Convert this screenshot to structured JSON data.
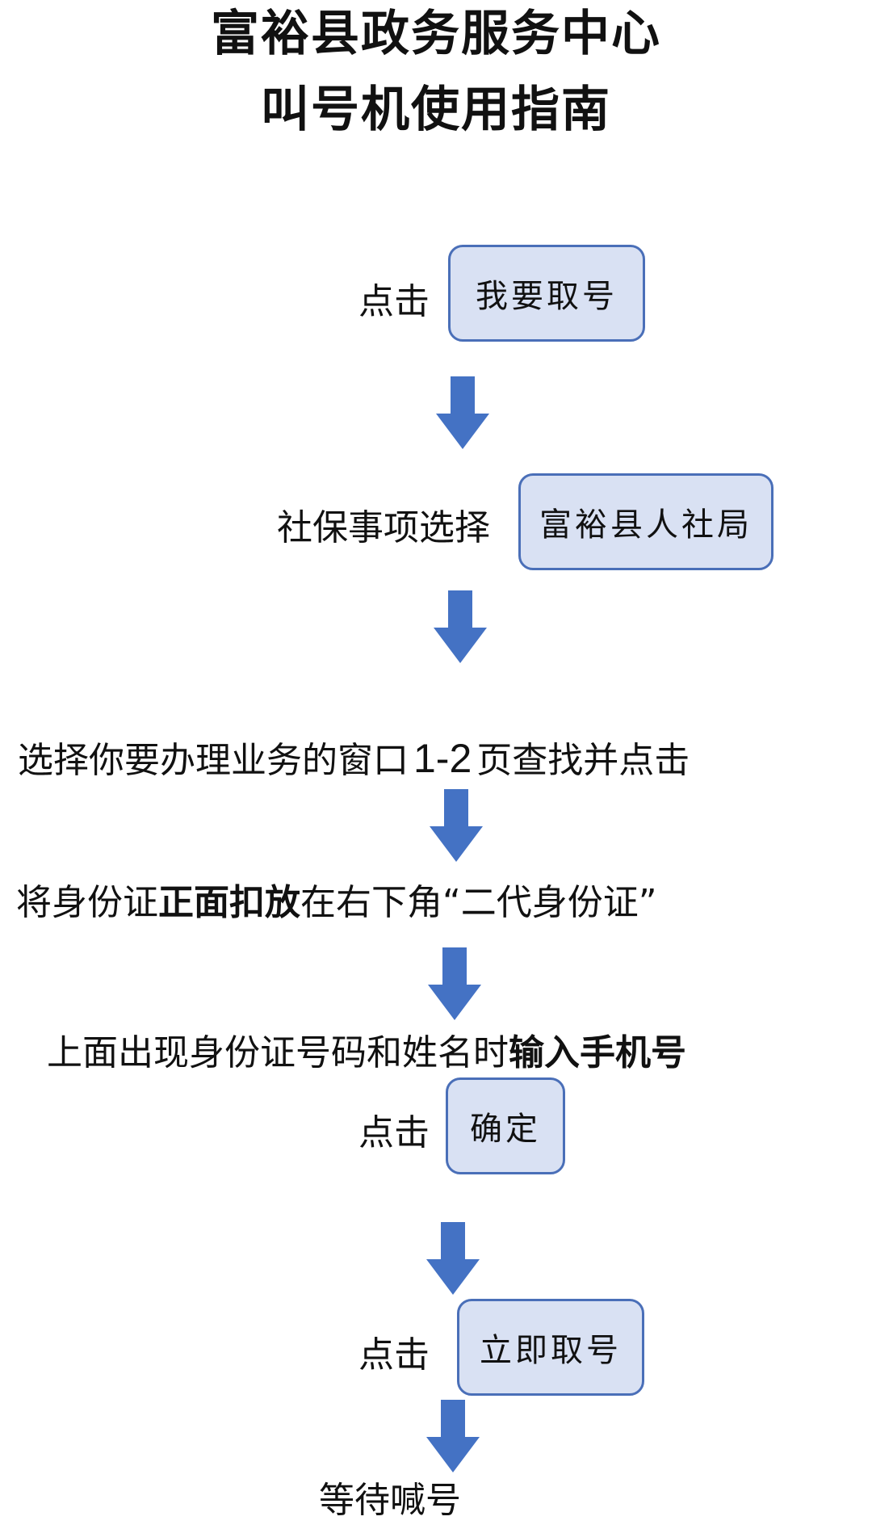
{
  "title": {
    "line1": "富裕县政务服务中心",
    "line2": "叫号机使用指南"
  },
  "steps": {
    "s1_prefix": "点击",
    "s1_button": "我要取号",
    "s2_prefix": "社保事项选择",
    "s2_button": "富裕县人社局",
    "s3_text_a": "选择你要办理业务的窗口",
    "s3_num": "1-2",
    "s3_text_b": "页查找并点击",
    "s4_text_a": "将身份证",
    "s4_bold": "正面扣放",
    "s4_text_b": "在右下角“二代身份证”",
    "s5_text_a": "上面出现身份证号码和姓名时",
    "s5_bold": "输入手机号",
    "s6_prefix": "点击",
    "s6_button": "确定",
    "s7_prefix": "点击",
    "s7_button": "立即取号",
    "s8_text": "等待喊号"
  },
  "colors": {
    "button_fill": "#d9e1f3",
    "button_border": "#4a6fb8",
    "arrow": "#4472c4"
  },
  "icons": {
    "arrow": "arrow-down-icon"
  }
}
